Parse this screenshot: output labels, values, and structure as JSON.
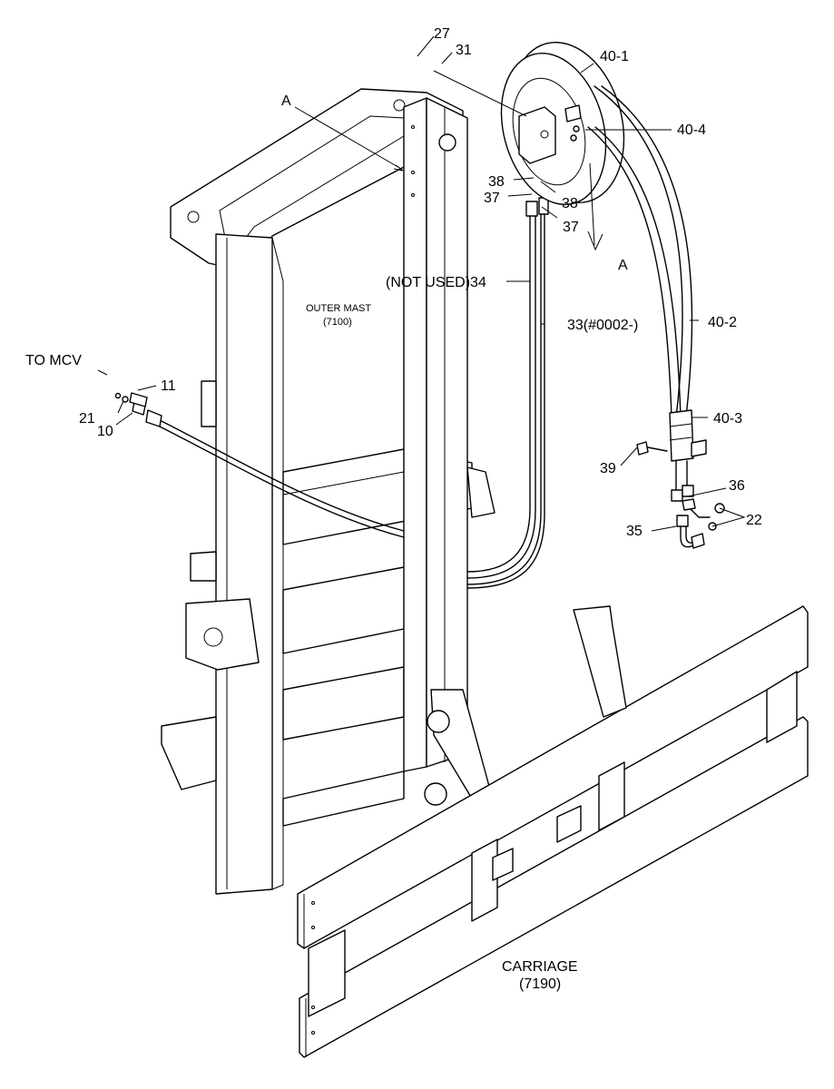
{
  "section_marks": {
    "top": "A",
    "bottom": "A"
  },
  "notes": {
    "to_mcv": "TO  MCV",
    "outer_mast": "OUTER MAST",
    "outer_mast_code": "(7100)",
    "carriage": "CARRIAGE",
    "carriage_code": "(7190)"
  },
  "callouts": {
    "c27": "27",
    "c31": "31",
    "c40_1": "40-1",
    "c40_4": "40-4",
    "c38a": "38",
    "c37a": "37",
    "c38b": "38",
    "c37b": "37",
    "c34": "(NOT USED)34",
    "c33": "33(#0002-)",
    "c40_2": "40-2",
    "c40_3": "40-3",
    "c11": "11",
    "c21": "21",
    "c10": "10",
    "c39": "39",
    "c36": "36",
    "c22": "22",
    "c35": "35"
  }
}
